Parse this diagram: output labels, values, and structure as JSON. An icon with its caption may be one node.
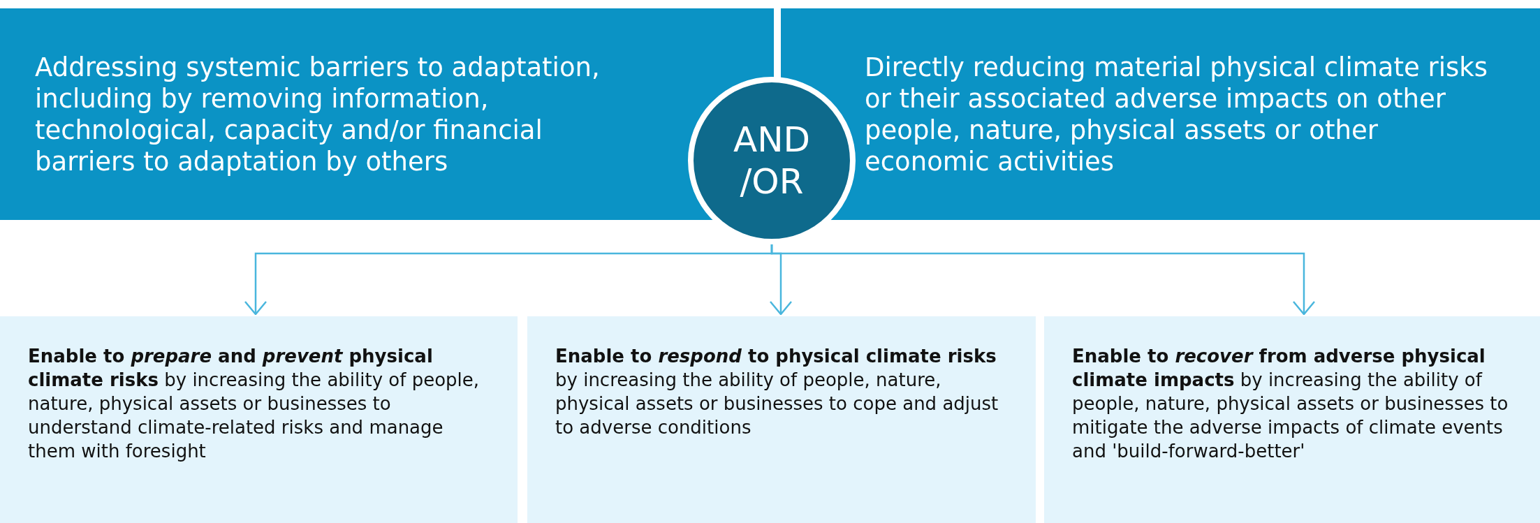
{
  "diagram": {
    "nodes": [
      {
        "text": [
          "Addressing systemic barriers to adaptation, including by removing information, technological, capacity and/or financial barriers to adaptation by others"
        ]
      },
      {
        "text": [
          "AND /OR"
        ]
      },
      {
        "text": [
          "Directly reducing material physical climate risks or their associated adverse impacts on other people, nature, physical assets or other economic activities"
        ]
      },
      {
        "text": [
          "**Enable to *prepare* and *prevent* physical climate risks** by increasing the ability of people, nature, physical assets or businesses to understand climate-related risks and manage them with foresight"
        ]
      },
      {
        "text": [
          "**Enable to *respond* to physical climate risks** by increasing the ability of people, nature, physical assets or businesses to cope and adjust to adverse conditions"
        ]
      },
      {
        "text": [
          "**Enable to *recover* from adverse physical climate impacts** by increasing the ability of people, nature, physical assets or businesses to mitigate the adverse impacts of climate events and 'build-forward-better'"
        ]
      }
    ],
    "edges": [
      {
        "from": 1,
        "to": 3,
        "arrow": "to"
      },
      {
        "from": 1,
        "to": 4,
        "arrow": "to"
      },
      {
        "from": 1,
        "to": 5,
        "arrow": "to"
      }
    ]
  }
}
